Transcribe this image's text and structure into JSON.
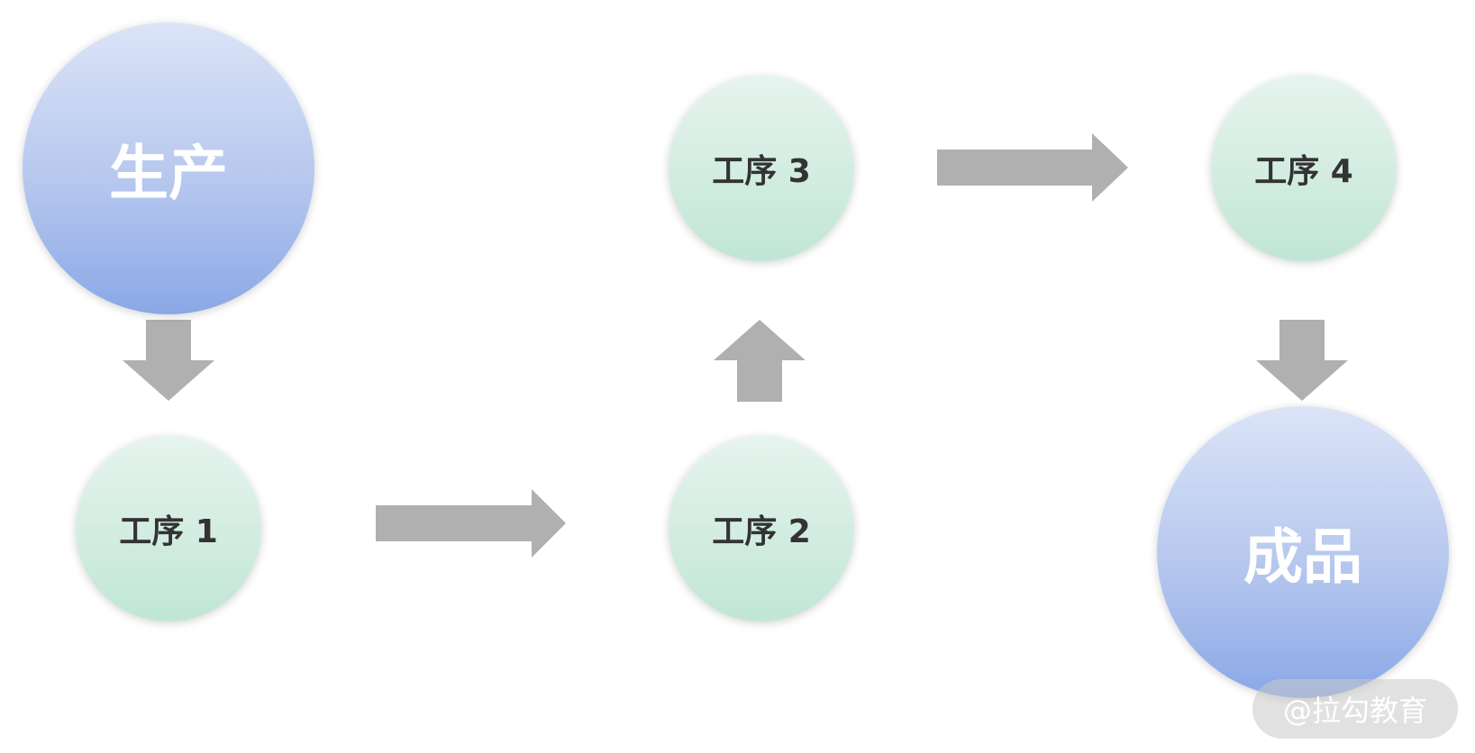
{
  "nodes": {
    "production": "生产",
    "step1": "工序 1",
    "step2": "工序 2",
    "step3": "工序 3",
    "step4": "工序 4",
    "product": "成品"
  },
  "watermark": "@拉勾教育",
  "colors": {
    "arrow": "#b0b0b0",
    "big_node_top": "#dbe4f7",
    "big_node_bottom": "#8aa8e6",
    "small_node_top": "#e6f4ee",
    "small_node_bottom": "#c0e6d5",
    "small_node_text": "#333333",
    "big_node_text": "#ffffff"
  }
}
